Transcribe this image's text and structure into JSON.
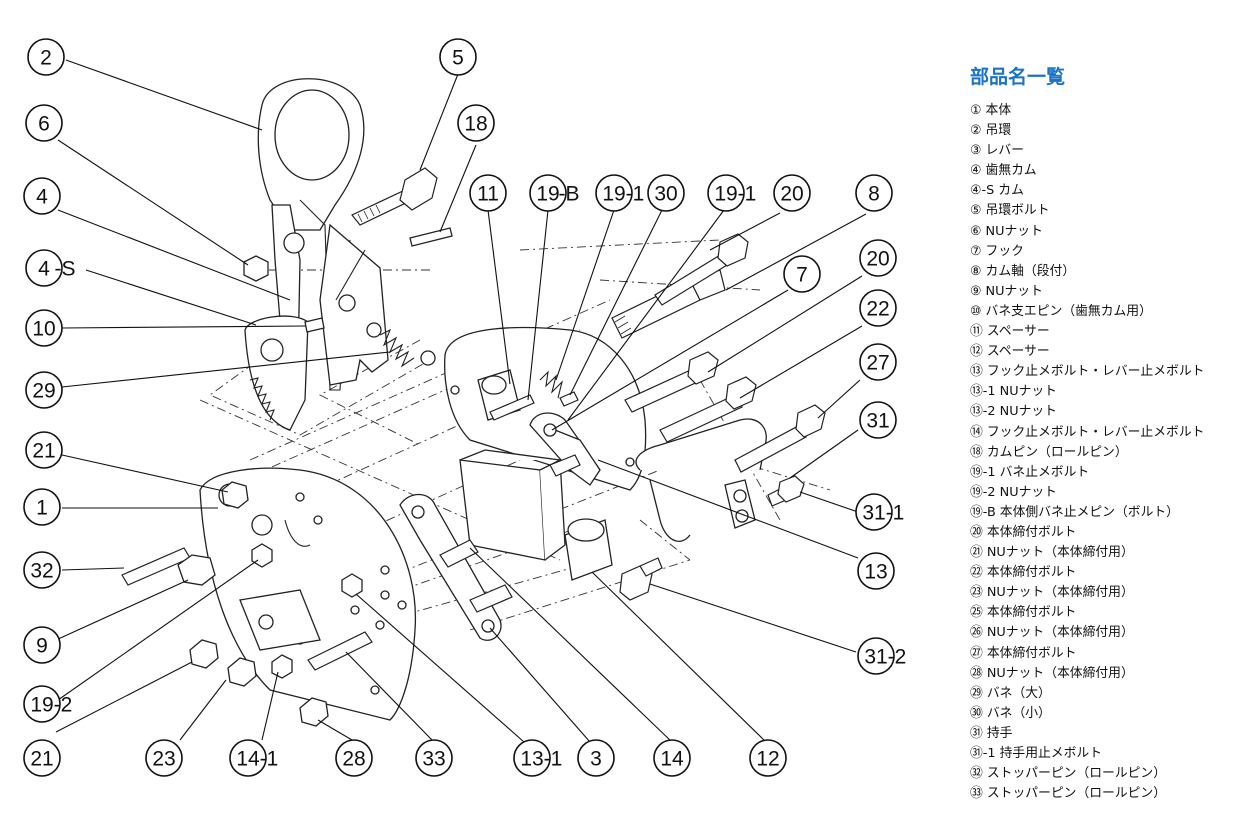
{
  "parts_list": {
    "title": "部品名一覧",
    "items": [
      "① 本体",
      "② 吊環",
      "③ レバー",
      "④ 歯無カム",
      "④-S カム",
      "⑤ 吊環ボルト",
      "⑥ NUナット",
      "⑦ フック",
      "⑧ カム軸（段付）",
      "⑨ NUナット",
      "⑩ バネ支エピン（歯無カム用）",
      "⑪ スペーサー",
      "⑫ スペーサー",
      "⑬ フック止メボルト・レバー止メボルト",
      "⑬-1 NUナット",
      "⑬-2 NUナット",
      "⑭ フック止メボルト・レバー止メボルト",
      "⑱ カムピン（ロールピン）",
      "⑲-1 バネ止メボルト",
      "⑲-2 NUナット",
      "⑲-B 本体側バネ止メピン（ボルト）",
      "⑳ 本体締付ボルト",
      "㉑ NUナット（本体締付用）",
      "㉒ 本体締付ボルト",
      "㉓ NUナット（本体締付用）",
      "㉕ 本体締付ボルト",
      "㉖ NUナット（本体締付用）",
      "㉗ 本体締付ボルト",
      "㉘ NUナット（本体締付用）",
      "㉙ バネ（大）",
      "㉚ バネ（小）",
      "㉛ 持手",
      "㉛-1 持手用止メボルト",
      "㉜ ストッパーピン（ロールピン）",
      "㉝ ストッパーピン（ロールピン）"
    ]
  },
  "callouts": [
    {
      "id": "c2",
      "num": "2",
      "suffix": ""
    },
    {
      "id": "c5",
      "num": "5",
      "suffix": ""
    },
    {
      "id": "c6",
      "num": "6",
      "suffix": ""
    },
    {
      "id": "c18",
      "num": "18",
      "suffix": ""
    },
    {
      "id": "c4",
      "num": "4",
      "suffix": ""
    },
    {
      "id": "c4s",
      "num": "4",
      "suffix": "-S"
    },
    {
      "id": "c10",
      "num": "10",
      "suffix": ""
    },
    {
      "id": "c29",
      "num": "29",
      "suffix": ""
    },
    {
      "id": "c21a",
      "num": "21",
      "suffix": ""
    },
    {
      "id": "c1",
      "num": "1",
      "suffix": ""
    },
    {
      "id": "c32",
      "num": "32",
      "suffix": ""
    },
    {
      "id": "c9",
      "num": "9",
      "suffix": ""
    },
    {
      "id": "c19_2",
      "num": "19",
      "suffix": "-2"
    },
    {
      "id": "c21b",
      "num": "21",
      "suffix": ""
    },
    {
      "id": "c23",
      "num": "23",
      "suffix": ""
    },
    {
      "id": "c14_1",
      "num": "14",
      "suffix": "-1"
    },
    {
      "id": "c28",
      "num": "28",
      "suffix": ""
    },
    {
      "id": "c33",
      "num": "33",
      "suffix": ""
    },
    {
      "id": "c13_1",
      "num": "13",
      "suffix": "-1"
    },
    {
      "id": "c3",
      "num": "3",
      "suffix": ""
    },
    {
      "id": "c14",
      "num": "14",
      "suffix": ""
    },
    {
      "id": "c12",
      "num": "12",
      "suffix": ""
    },
    {
      "id": "c11",
      "num": "11",
      "suffix": ""
    },
    {
      "id": "c19b",
      "num": "19",
      "suffix": "-B"
    },
    {
      "id": "c19_1a",
      "num": "19",
      "suffix": "-1"
    },
    {
      "id": "c30",
      "num": "30",
      "suffix": ""
    },
    {
      "id": "c19_1b",
      "num": "19",
      "suffix": "-1"
    },
    {
      "id": "c20a",
      "num": "20",
      "suffix": ""
    },
    {
      "id": "c8",
      "num": "8",
      "suffix": ""
    },
    {
      "id": "c7",
      "num": "7",
      "suffix": ""
    },
    {
      "id": "c20b",
      "num": "20",
      "suffix": ""
    },
    {
      "id": "c22",
      "num": "22",
      "suffix": ""
    },
    {
      "id": "c27",
      "num": "27",
      "suffix": ""
    },
    {
      "id": "c31",
      "num": "31",
      "suffix": ""
    },
    {
      "id": "c31_1",
      "num": "31",
      "suffix": "-1"
    },
    {
      "id": "c13",
      "num": "13",
      "suffix": ""
    },
    {
      "id": "c31_2",
      "num": "31",
      "suffix": "-2"
    }
  ]
}
